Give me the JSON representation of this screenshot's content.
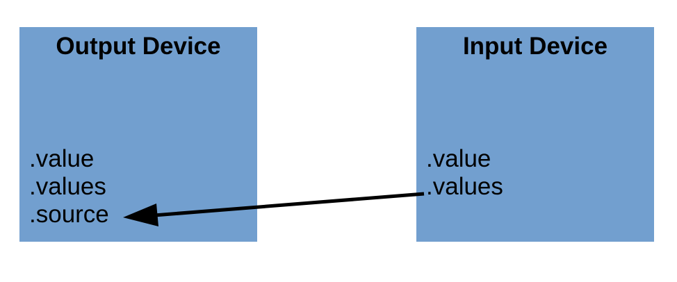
{
  "output_device": {
    "title": "Output Device",
    "properties": [
      ".value",
      ".values",
      ".source"
    ]
  },
  "input_device": {
    "title": "Input Device",
    "properties": [
      ".value",
      ".values"
    ]
  },
  "colors": {
    "box_fill": "#729fcf",
    "arrow": "#000000"
  },
  "connections": [
    {
      "from": "input_device.values",
      "to": "output_device.source"
    }
  ]
}
